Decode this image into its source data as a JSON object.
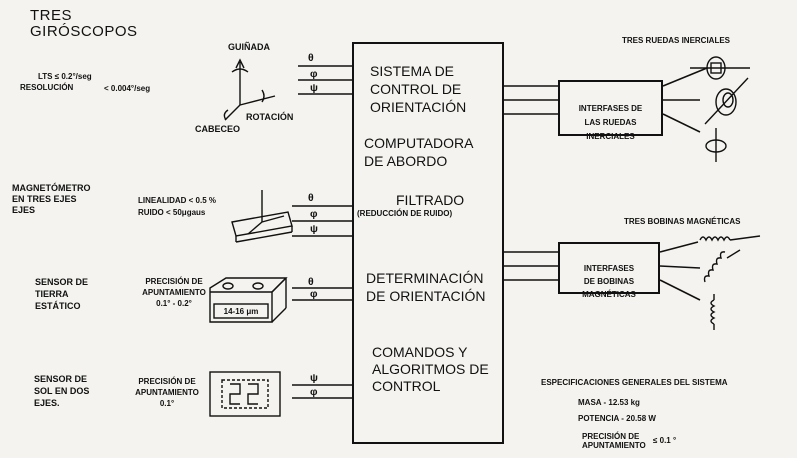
{
  "gyros": {
    "title": "TRES\nGIRÓSCOPOS",
    "yaw": "GUIÑADA",
    "pitch": "CABECEO",
    "roll": "ROTACIÓN",
    "spec_lts": "LTS ≤ 0.2°/seg",
    "spec_res_label": "RESOLUCIÓN",
    "spec_res_val": "< 0.004°/seg"
  },
  "magnetometer": {
    "title": "MAGNETÓMETRO\nEN TRES EJES\nEJES",
    "linearity": "LINEALIDAD < 0.5 %",
    "noise": "RUIDO < 50μgaus"
  },
  "earth_sensor": {
    "title": "SENSOR DE\nTIERRA\nESTÁTICO",
    "precision": "PRECISIÓN DE\nAPUNTAMIENTO\n0.1° - 0.2°",
    "band": "14-16 μm"
  },
  "sun_sensor": {
    "title": "SENSOR DE\nSOL EN DOS\nEJES.",
    "precision": "PRECISIÓN DE\nAPUNTAMIENTO\n0.1°"
  },
  "main": {
    "s1": "SISTEMA DE\nCONTROL DE\nORIENTACIÓN",
    "s2": "COMPUTADORA\nDE ABORDO",
    "s3_title": "FILTRADO",
    "s3_sub": "(REDUCCIÓN DE RUIDO)",
    "s4": "DETERMINACIÓN\nDE ORIENTACIÓN",
    "s5": "COMANDOS Y\nALGORITMOS DE\nCONTROL"
  },
  "wheels": {
    "title": "TRES RUEDAS INERCIALES",
    "interface": "INTERFASES DE\nLAS RUEDAS\nINERCIALES"
  },
  "coils": {
    "title": "TRES BOBINAS MAGNÉTICAS",
    "interface": "INTERFASES\nDE BOBINAS\nMAGNÉTICAS"
  },
  "specs": {
    "title": "ESPECIFICACIONES GENERALES DEL SISTEMA",
    "mass": "MASA - 12.53 kg",
    "power": "POTENCIA - 20.58 W",
    "precision_label": "PRECISIÓN DE\nAPUNTAMIENTO",
    "precision_val": "≤ 0.1 °"
  },
  "signals": {
    "theta": "θ",
    "phi": "φ",
    "psi": "ψ"
  }
}
